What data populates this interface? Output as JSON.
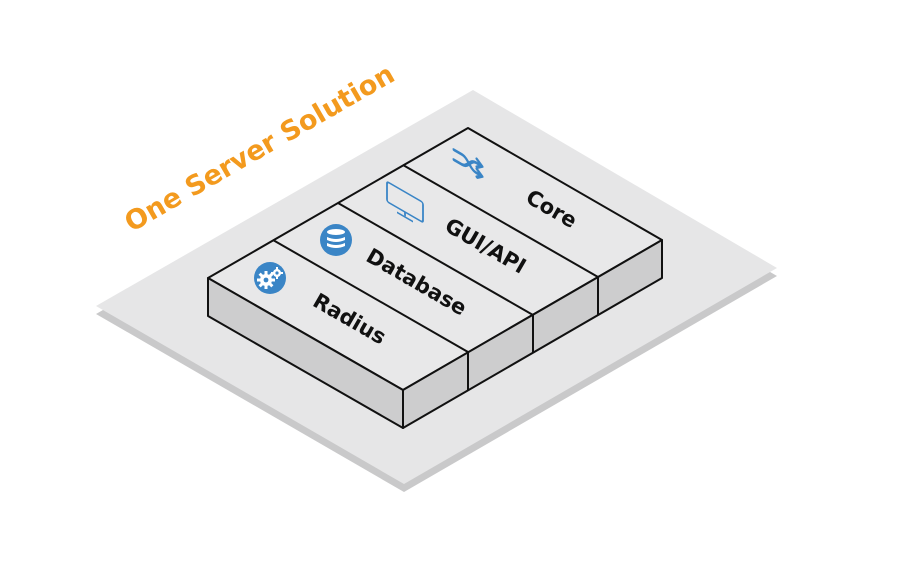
{
  "title": "One Server Solution",
  "modules": [
    {
      "label": "Core",
      "icon": "shuffle-icon"
    },
    {
      "label": "GUI/API",
      "icon": "monitor-icon"
    },
    {
      "label": "Database",
      "icon": "database-icon"
    },
    {
      "label": "Radius",
      "icon": "gears-icon"
    }
  ],
  "colors": {
    "title": "#F39A1E",
    "icon": "#3A85C6",
    "platform": "#E6E6E7",
    "platform_shadow": "#C9C9CA",
    "block_top": "#E8E8E9",
    "block_side": "#CDCDCE",
    "outline": "#111111"
  }
}
